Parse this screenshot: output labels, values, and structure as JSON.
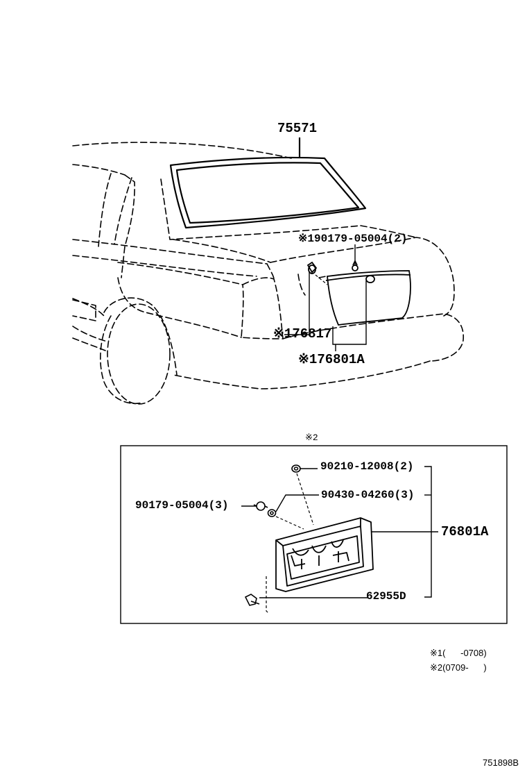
{
  "labels": {
    "weatherstrip": "75571",
    "bolt_top": "※190179-05004(2)",
    "clip_left": "※176817",
    "garnish_top": "※176801A",
    "detail_marker": "※2",
    "nut": "90210-12008(2)",
    "bolt_left": "90179-05004(3)",
    "grommet": "90430-04260(3)",
    "garnish_detail": "76801A",
    "clip_bottom": "62955D"
  },
  "notes": {
    "note1": "※1(      -0708)",
    "note2": "※2(0709-      )"
  },
  "drawing_id": "751898B"
}
